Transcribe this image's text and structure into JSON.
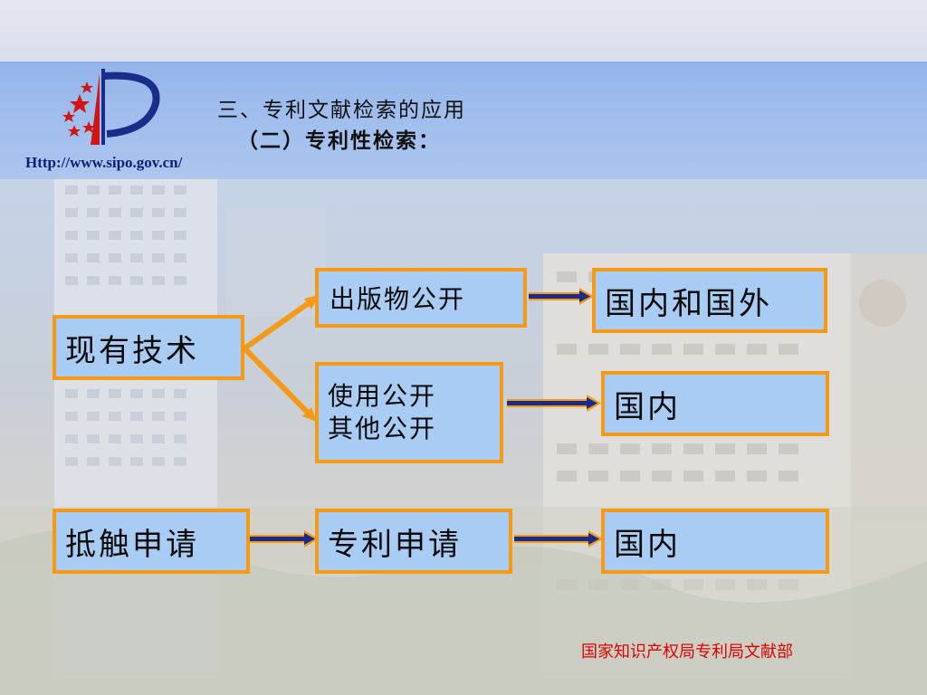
{
  "header": {
    "title_line1": "三、专利文献检索的应用",
    "title_line2": "（二）专利性检索：",
    "url": "Http://www.sipo.gov.cn/"
  },
  "diagram": {
    "prior_art": "现有技术",
    "publication_disclosure": "出版物公开",
    "domestic_and_foreign": "国内和国外",
    "use_disclosure": "使用公开",
    "other_disclosure": "其他公开",
    "domestic_1": "国内",
    "conflicting_application": "抵触申请",
    "patent_application": "专利申请",
    "domestic_2": "国内"
  },
  "footer": {
    "org": "国家知识产权局专利局文献部"
  },
  "colors": {
    "box_fill": "#a8ccf4",
    "box_border": "#f49a14",
    "arrow_fill": "#1a2a8a",
    "footer_text": "#e00000",
    "header_band": "#9dbcee"
  },
  "icons": {
    "logo": "sipo-logo-icon"
  }
}
